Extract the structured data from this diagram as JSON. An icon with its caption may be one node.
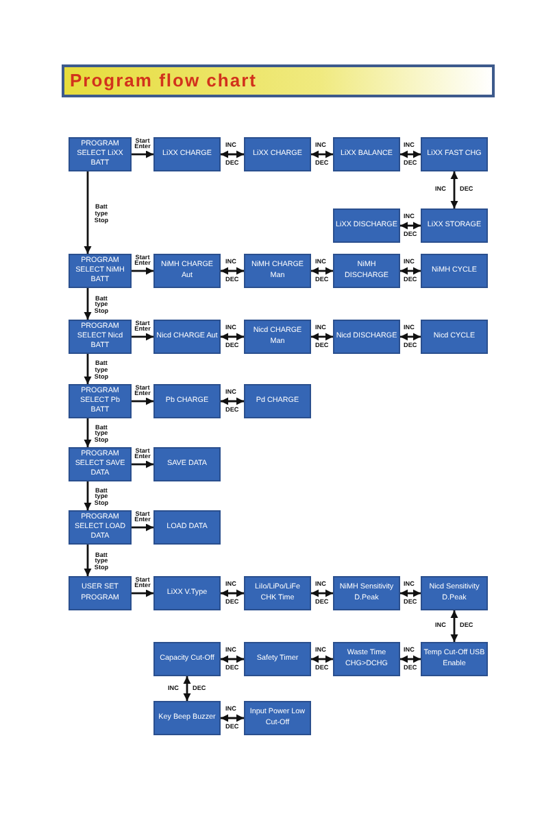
{
  "diagram": {
    "title": "Program flow chart",
    "nodes": [
      {
        "text": [
          "PROGRAM SELECT LiXX BATT"
        ]
      },
      {
        "text": [
          "LiXX CHARGE"
        ]
      },
      {
        "text": [
          "LiXX CHARGE"
        ]
      },
      {
        "text": [
          "LiXX BALANCE"
        ]
      },
      {
        "text": [
          "LiXX FAST CHG"
        ]
      },
      {
        "text": [
          "LiXX DISCHARGE"
        ]
      },
      {
        "text": [
          "LiXX STORAGE"
        ]
      },
      {
        "text": [
          "PROGRAM SELECT NiMH BATT"
        ]
      },
      {
        "text": [
          "NiMH CHARGE Aut"
        ]
      },
      {
        "text": [
          "NiMH CHARGE Man"
        ]
      },
      {
        "text": [
          "NiMH DISCHARGE"
        ]
      },
      {
        "text": [
          "NiMH CYCLE"
        ]
      },
      {
        "text": [
          "PROGRAM SELECT Nicd BATT"
        ]
      },
      {
        "text": [
          "Nicd CHARGE Aut"
        ]
      },
      {
        "text": [
          "Nicd CHARGE Man"
        ]
      },
      {
        "text": [
          "Nicd DISCHARGE"
        ]
      },
      {
        "text": [
          "Nicd CYCLE"
        ]
      },
      {
        "text": [
          "PROGRAM SELECT Pb BATT"
        ]
      },
      {
        "text": [
          "Pb CHARGE"
        ]
      },
      {
        "text": [
          "Pd CHARGE"
        ]
      },
      {
        "text": [
          "PROGRAM SELECT SAVE DATA"
        ]
      },
      {
        "text": [
          "SAVE DATA"
        ]
      },
      {
        "text": [
          "PROGRAM SELECT LOAD DATA"
        ]
      },
      {
        "text": [
          "LOAD DATA"
        ]
      },
      {
        "text": [
          "USER SET PROGRAM"
        ]
      },
      {
        "text": [
          "LiXX V.Type"
        ]
      },
      {
        "text": [
          "LiIo/LiPo/LiFe CHK Time"
        ]
      },
      {
        "text": [
          "NiMH Sensitivity D.Peak"
        ]
      },
      {
        "text": [
          "Nicd Sensitivity D.Peak"
        ]
      },
      {
        "text": [
          "Capacity Cut-Off"
        ]
      },
      {
        "text": [
          "Safety Timer"
        ]
      },
      {
        "text": [
          "Waste Time CHG>DCHG"
        ]
      },
      {
        "text": [
          "Temp Cut-Off USB Enable"
        ]
      },
      {
        "text": [
          "Key Beep Buzzer"
        ]
      },
      {
        "text": [
          "Input Power Low Cut-Off"
        ]
      }
    ],
    "edges": [
      {
        "from": 0,
        "to": 1,
        "arrow": "to",
        "label": "Start Enter"
      },
      {
        "from": 1,
        "to": 2,
        "arrow": "both",
        "label": "INC"
      },
      {
        "from": 2,
        "to": 3,
        "arrow": "both",
        "label": "INC"
      },
      {
        "from": 3,
        "to": 4,
        "arrow": "both",
        "label": "INC"
      },
      {
        "from": 4,
        "to": 6,
        "arrow": "both",
        "label": "INC"
      },
      {
        "from": 5,
        "to": 6,
        "arrow": "both",
        "label": "INC"
      },
      {
        "from": 0,
        "to": 7,
        "arrow": "to",
        "label": "Batt type Stop"
      },
      {
        "from": 7,
        "to": 8,
        "arrow": "to",
        "label": "Start Enter"
      },
      {
        "from": 8,
        "to": 9,
        "arrow": "both",
        "label": "INC"
      },
      {
        "from": 9,
        "to": 10,
        "arrow": "both",
        "label": "INC"
      },
      {
        "from": 10,
        "to": 11,
        "arrow": "both",
        "label": "INC"
      },
      {
        "from": 7,
        "to": 12,
        "arrow": "to",
        "label": "Batt type Stop"
      },
      {
        "from": 12,
        "to": 13,
        "arrow": "to",
        "label": "Start Enter"
      },
      {
        "from": 13,
        "to": 14,
        "arrow": "both",
        "label": "INC"
      },
      {
        "from": 14,
        "to": 15,
        "arrow": "both",
        "label": "INC"
      },
      {
        "from": 15,
        "to": 16,
        "arrow": "both",
        "label": "INC"
      },
      {
        "from": 12,
        "to": 17,
        "arrow": "to",
        "label": "Batt type Stop"
      },
      {
        "from": 17,
        "to": 18,
        "arrow": "to",
        "label": "Start Enter"
      },
      {
        "from": 18,
        "to": 19,
        "arrow": "both",
        "label": "INC"
      },
      {
        "from": 17,
        "to": 20,
        "arrow": "to",
        "label": "Batt type Stop"
      },
      {
        "from": 20,
        "to": 21,
        "arrow": "to",
        "label": "Start Enter"
      },
      {
        "from": 20,
        "to": 22,
        "arrow": "to",
        "label": "Batt type Stop"
      },
      {
        "from": 22,
        "to": 23,
        "arrow": "to",
        "label": "Start Enter"
      },
      {
        "from": 22,
        "to": 24,
        "arrow": "to",
        "label": "Batt type Stop"
      },
      {
        "from": 24,
        "to": 25,
        "arrow": "to",
        "label": "Start Enter"
      },
      {
        "from": 25,
        "to": 26,
        "arrow": "both",
        "label": "INC"
      },
      {
        "from": 26,
        "to": 27,
        "arrow": "both",
        "label": "INC"
      },
      {
        "from": 27,
        "to": 28,
        "arrow": "both",
        "label": "INC"
      },
      {
        "from": 28,
        "to": 32,
        "arrow": "both",
        "label": "INC"
      },
      {
        "from": 29,
        "to": 30,
        "arrow": "both",
        "label": "INC"
      },
      {
        "from": 30,
        "to": 31,
        "arrow": "both",
        "label": "INC"
      },
      {
        "from": 31,
        "to": 32,
        "arrow": "both",
        "label": "INC"
      },
      {
        "from": 29,
        "to": 33,
        "arrow": "both",
        "label": "INC"
      },
      {
        "from": 33,
        "to": 34,
        "arrow": "both",
        "label": "INC"
      }
    ],
    "labels": [
      "DEC",
      "DEC",
      "DEC",
      "DEC",
      "DEC",
      "DEC",
      "DEC",
      "DEC",
      "DEC",
      "DEC",
      "DEC",
      "DEC",
      "DEC",
      "DEC",
      "DEC",
      "DEC",
      "DEC",
      "DEC",
      "DEC",
      "DEC",
      "DEC"
    ]
  }
}
